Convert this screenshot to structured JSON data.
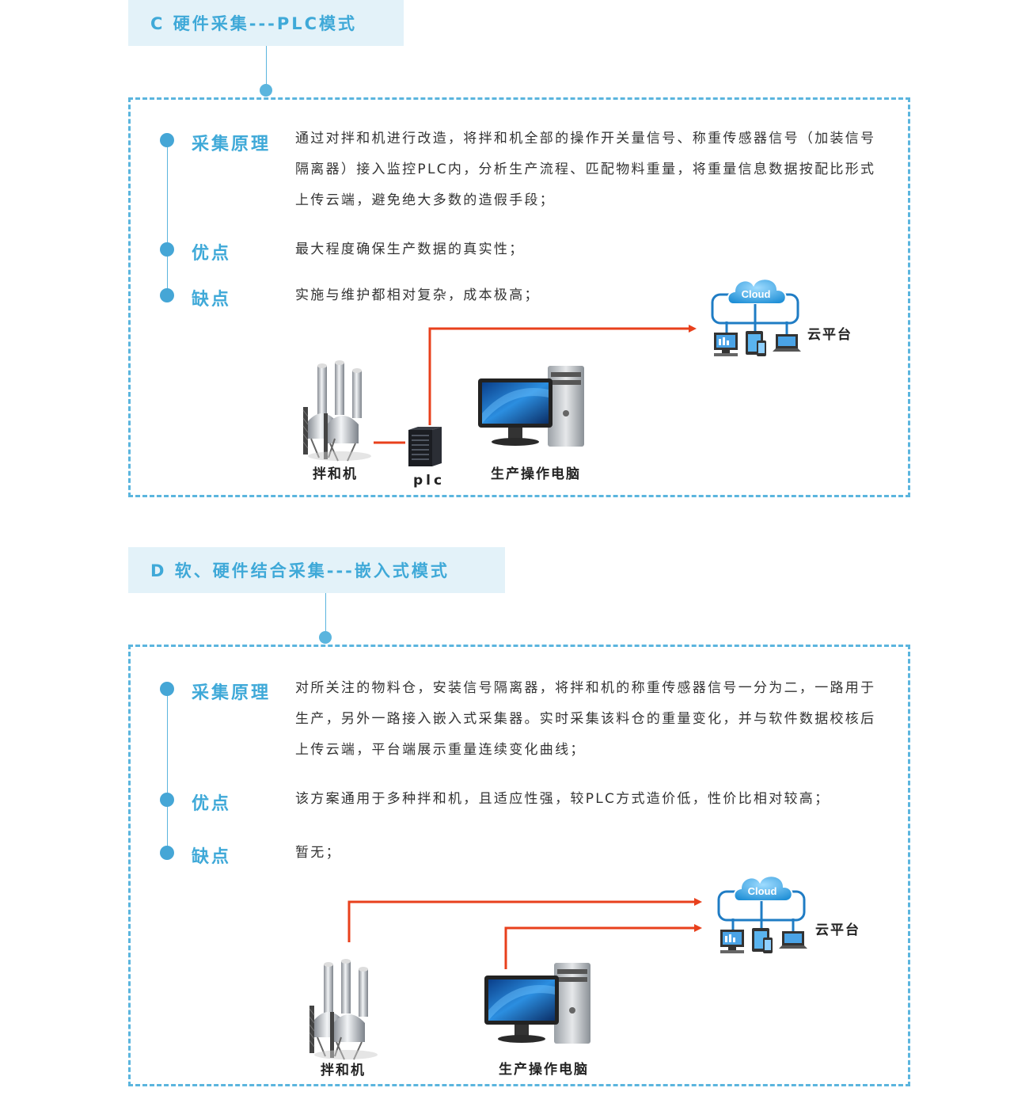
{
  "section_c": {
    "title": "C 硬件采集---PLC模式",
    "principle_label": "采集原理",
    "principle_text": "通过对拌和机进行改造，将拌和机全部的操作开关量信号、称重传感器信号（加装信号隔离器）接入监控PLC内，分析生产流程、匹配物料重量，将重量信息数据按配比形式上传云端，避免绝大多数的造假手段；",
    "pros_label": "优点",
    "pros_text": "最大程度确保生产数据的真实性；",
    "cons_label": "缺点",
    "cons_text": "实施与维护都相对复杂，成本极高；",
    "diagram": {
      "mixer": "拌和机",
      "plc": "plc",
      "pc": "生产操作电脑",
      "cloud": "云平台",
      "cloud_badge": "Cloud"
    }
  },
  "section_d": {
    "title": "D 软、硬件结合采集---嵌入式模式",
    "principle_label": "采集原理",
    "principle_text": "对所关注的物料仓，安装信号隔离器，将拌和机的称重传感器信号一分为二，一路用于生产，另外一路接入嵌入式采集器。实时采集该料仓的重量变化，并与软件数据校核后上传云端，平台端展示重量连续变化曲线；",
    "pros_label": "优点",
    "pros_text": "该方案通用于多种拌和机，且适应性强，较PLC方式造价低，性价比相对较高；",
    "cons_label": "缺点",
    "cons_text": "暂无；",
    "diagram": {
      "mixer": "拌和机",
      "pc": "生产操作电脑",
      "cloud": "云平台",
      "cloud_badge": "Cloud"
    }
  },
  "colors": {
    "accent": "#3fa9d8",
    "tab_bg": "#e3f2f9",
    "arrow": "#e8401c"
  }
}
